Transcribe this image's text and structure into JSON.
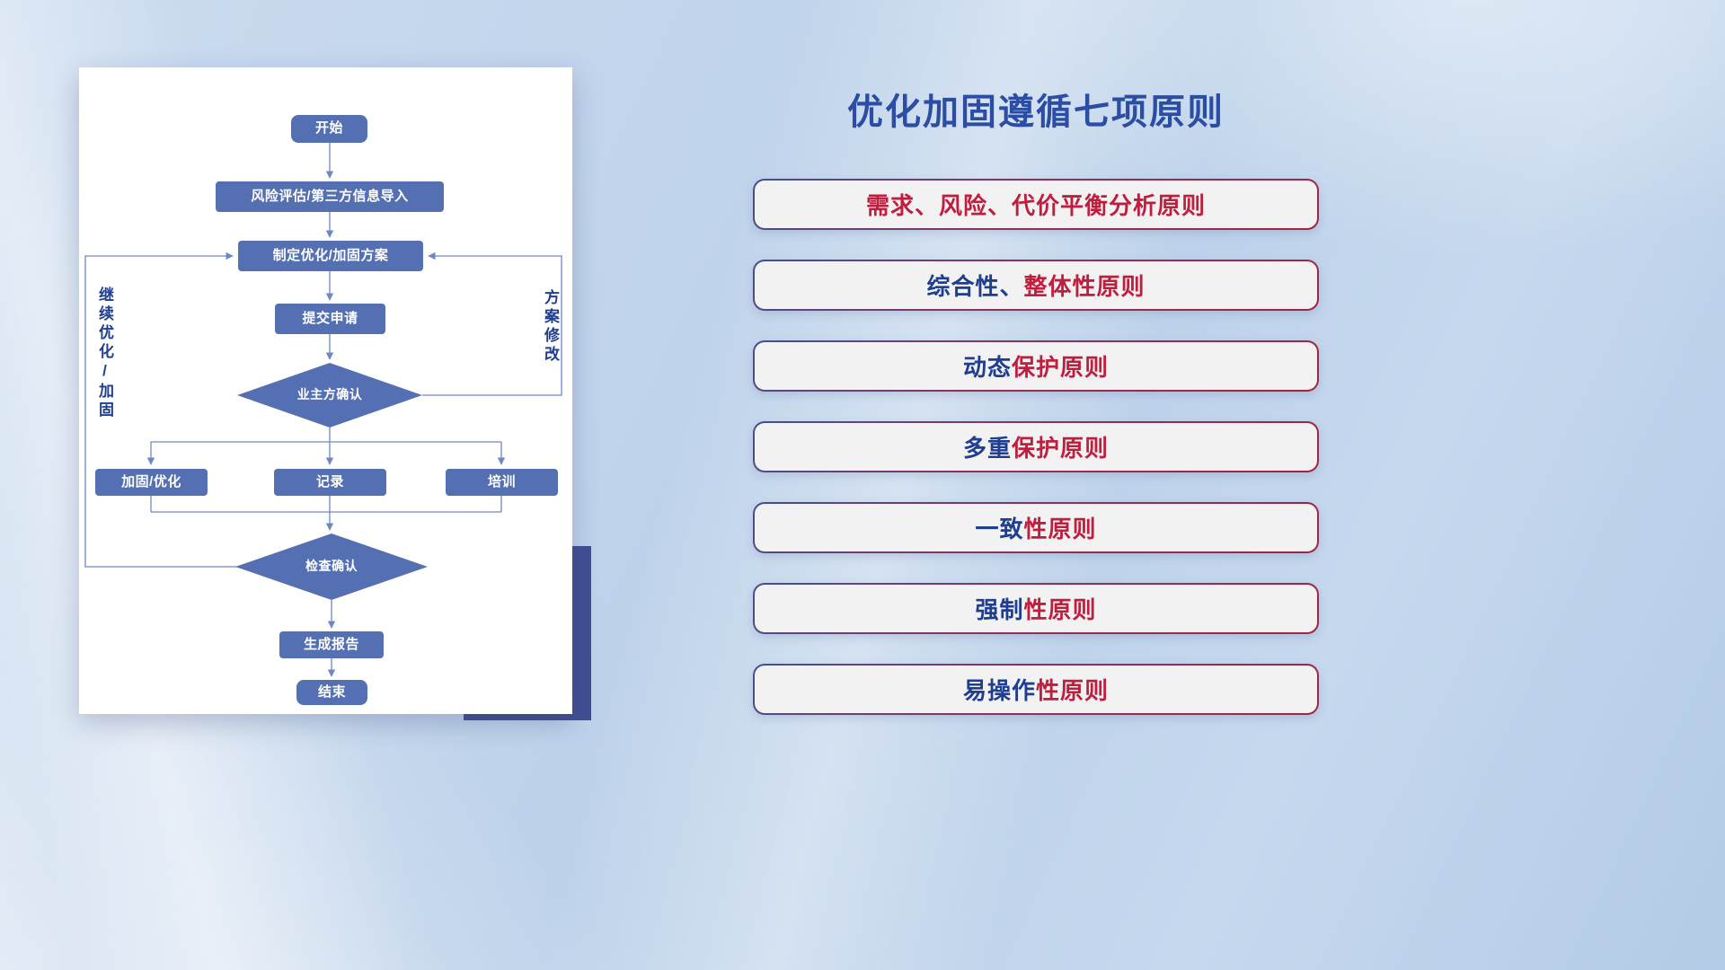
{
  "colors": {
    "red": "#bf1e3e",
    "blue": "#1f3e8f",
    "title": "#2b4da3",
    "node_fill": "#5470b2",
    "connector": "#6e87c6",
    "accent_block": "#414f93"
  },
  "flowchart": {
    "nodes": {
      "start": "开始",
      "risk": "风险评估/第三方信息导入",
      "plan": "制定优化/加固方案",
      "submit": "提交申请",
      "owner_confirm": "业主方确认",
      "reinforce": "加固/优化",
      "record": "记录",
      "training": "培训",
      "check_confirm": "检查确认",
      "report": "生成报告",
      "end": "结束"
    },
    "labels": {
      "left_loop": "继续优化/加固",
      "right_loop": "方案修改"
    }
  },
  "principles": {
    "title": "优化加固遵循七项原则",
    "items": [
      {
        "segments": [
          {
            "text": "需求、风险、代价平衡分析原则",
            "color": "red"
          }
        ]
      },
      {
        "segments": [
          {
            "text": "综合性、",
            "color": "blue"
          },
          {
            "text": "整体性原则",
            "color": "red"
          }
        ]
      },
      {
        "segments": [
          {
            "text": "动态",
            "color": "blue"
          },
          {
            "text": "保护原则",
            "color": "red"
          }
        ]
      },
      {
        "segments": [
          {
            "text": "多重",
            "color": "blue"
          },
          {
            "text": "保护原则",
            "color": "red"
          }
        ]
      },
      {
        "segments": [
          {
            "text": "一致",
            "color": "blue"
          },
          {
            "text": "性原则",
            "color": "red"
          }
        ]
      },
      {
        "segments": [
          {
            "text": "强制",
            "color": "blue"
          },
          {
            "text": "性原则",
            "color": "red"
          }
        ]
      },
      {
        "segments": [
          {
            "text": "易操作",
            "color": "blue"
          },
          {
            "text": "性原则",
            "color": "red"
          }
        ]
      }
    ]
  }
}
